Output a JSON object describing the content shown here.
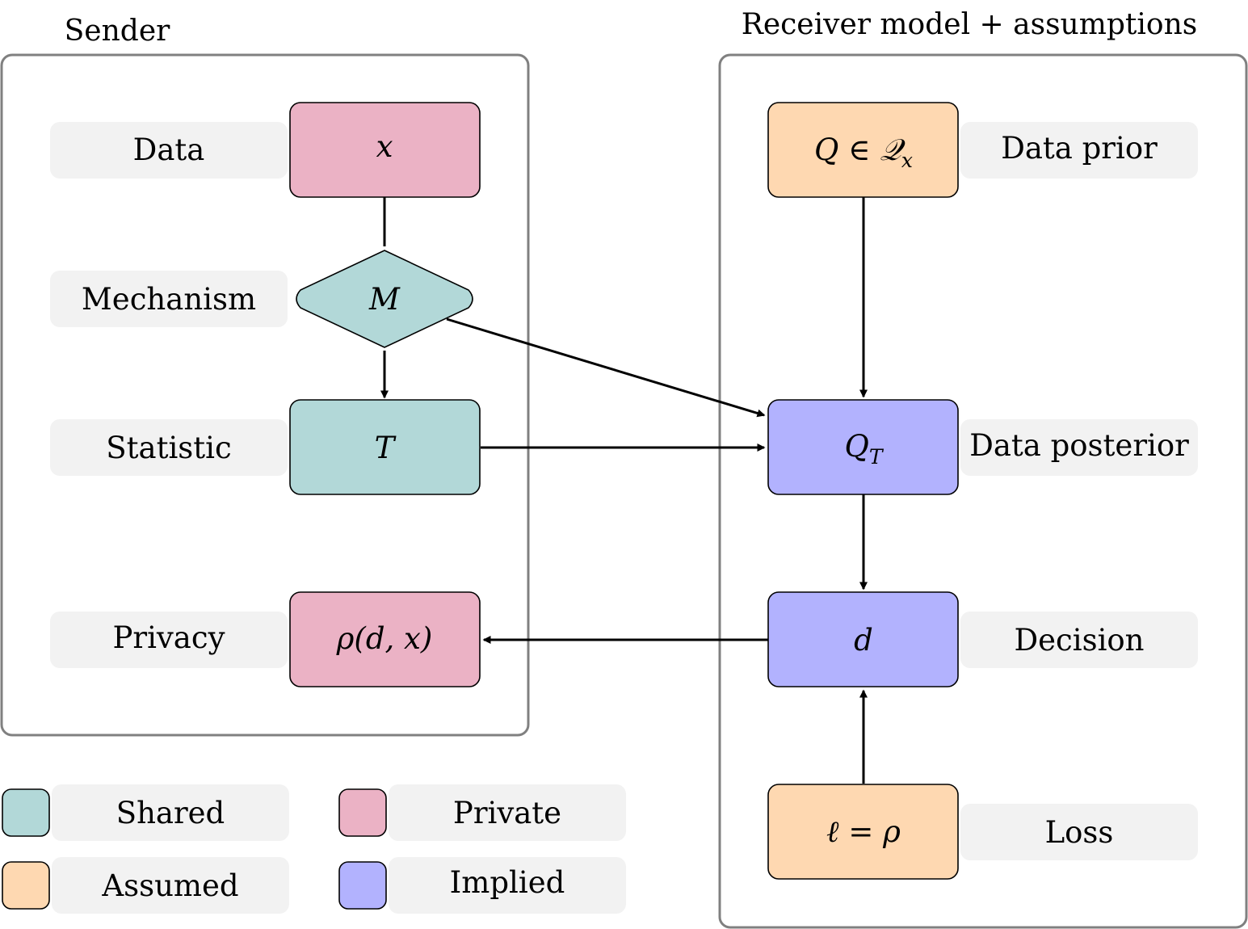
{
  "colors": {
    "shared": "#b2d8d8",
    "private": "#ebb2c5",
    "assumed": "#fed8b1",
    "implied": "#b2b2fe",
    "label_bg": "#f2f2f2",
    "group_border": "#808080"
  },
  "groups": {
    "sender_title": "Sender",
    "receiver_title": "Receiver model + assumptions"
  },
  "sender": {
    "data_label": "Data",
    "data_node": "x",
    "mechanism_label": "Mechanism",
    "mechanism_node": "M",
    "statistic_label": "Statistic",
    "statistic_node": "T",
    "privacy_label": "Privacy",
    "privacy_node": "ρ(d, x)"
  },
  "receiver": {
    "prior_node": "Q ∈ 𝒬",
    "prior_node_sub": "x",
    "prior_label": "Data prior",
    "posterior_node": "Q",
    "posterior_node_sub": "T",
    "posterior_label": "Data posterior",
    "decision_node": "d",
    "decision_label": "Decision",
    "loss_node": "ℓ = ρ",
    "loss_label": "Loss"
  },
  "legend": {
    "shared": "Shared",
    "private": "Private",
    "assumed": "Assumed",
    "implied": "Implied"
  }
}
